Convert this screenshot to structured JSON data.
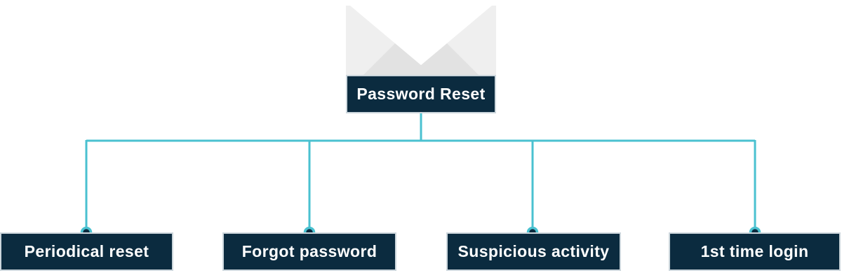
{
  "diagram": {
    "type": "tree",
    "root": {
      "label": "Password Reset",
      "icon": "envelope-icon"
    },
    "children": [
      {
        "label": "Periodical reset"
      },
      {
        "label": "Forgot password"
      },
      {
        "label": "Suspicious activity"
      },
      {
        "label": "1st time login"
      }
    ],
    "colors": {
      "node_background": "#0b2b3f",
      "node_text": "#ffffff",
      "node_border": "#ccd6dc",
      "connector": "#4ac1d0",
      "envelope_light": "#efefef",
      "envelope_shadow": "#e2e2e2",
      "envelope_opening": "#ffffff"
    }
  }
}
